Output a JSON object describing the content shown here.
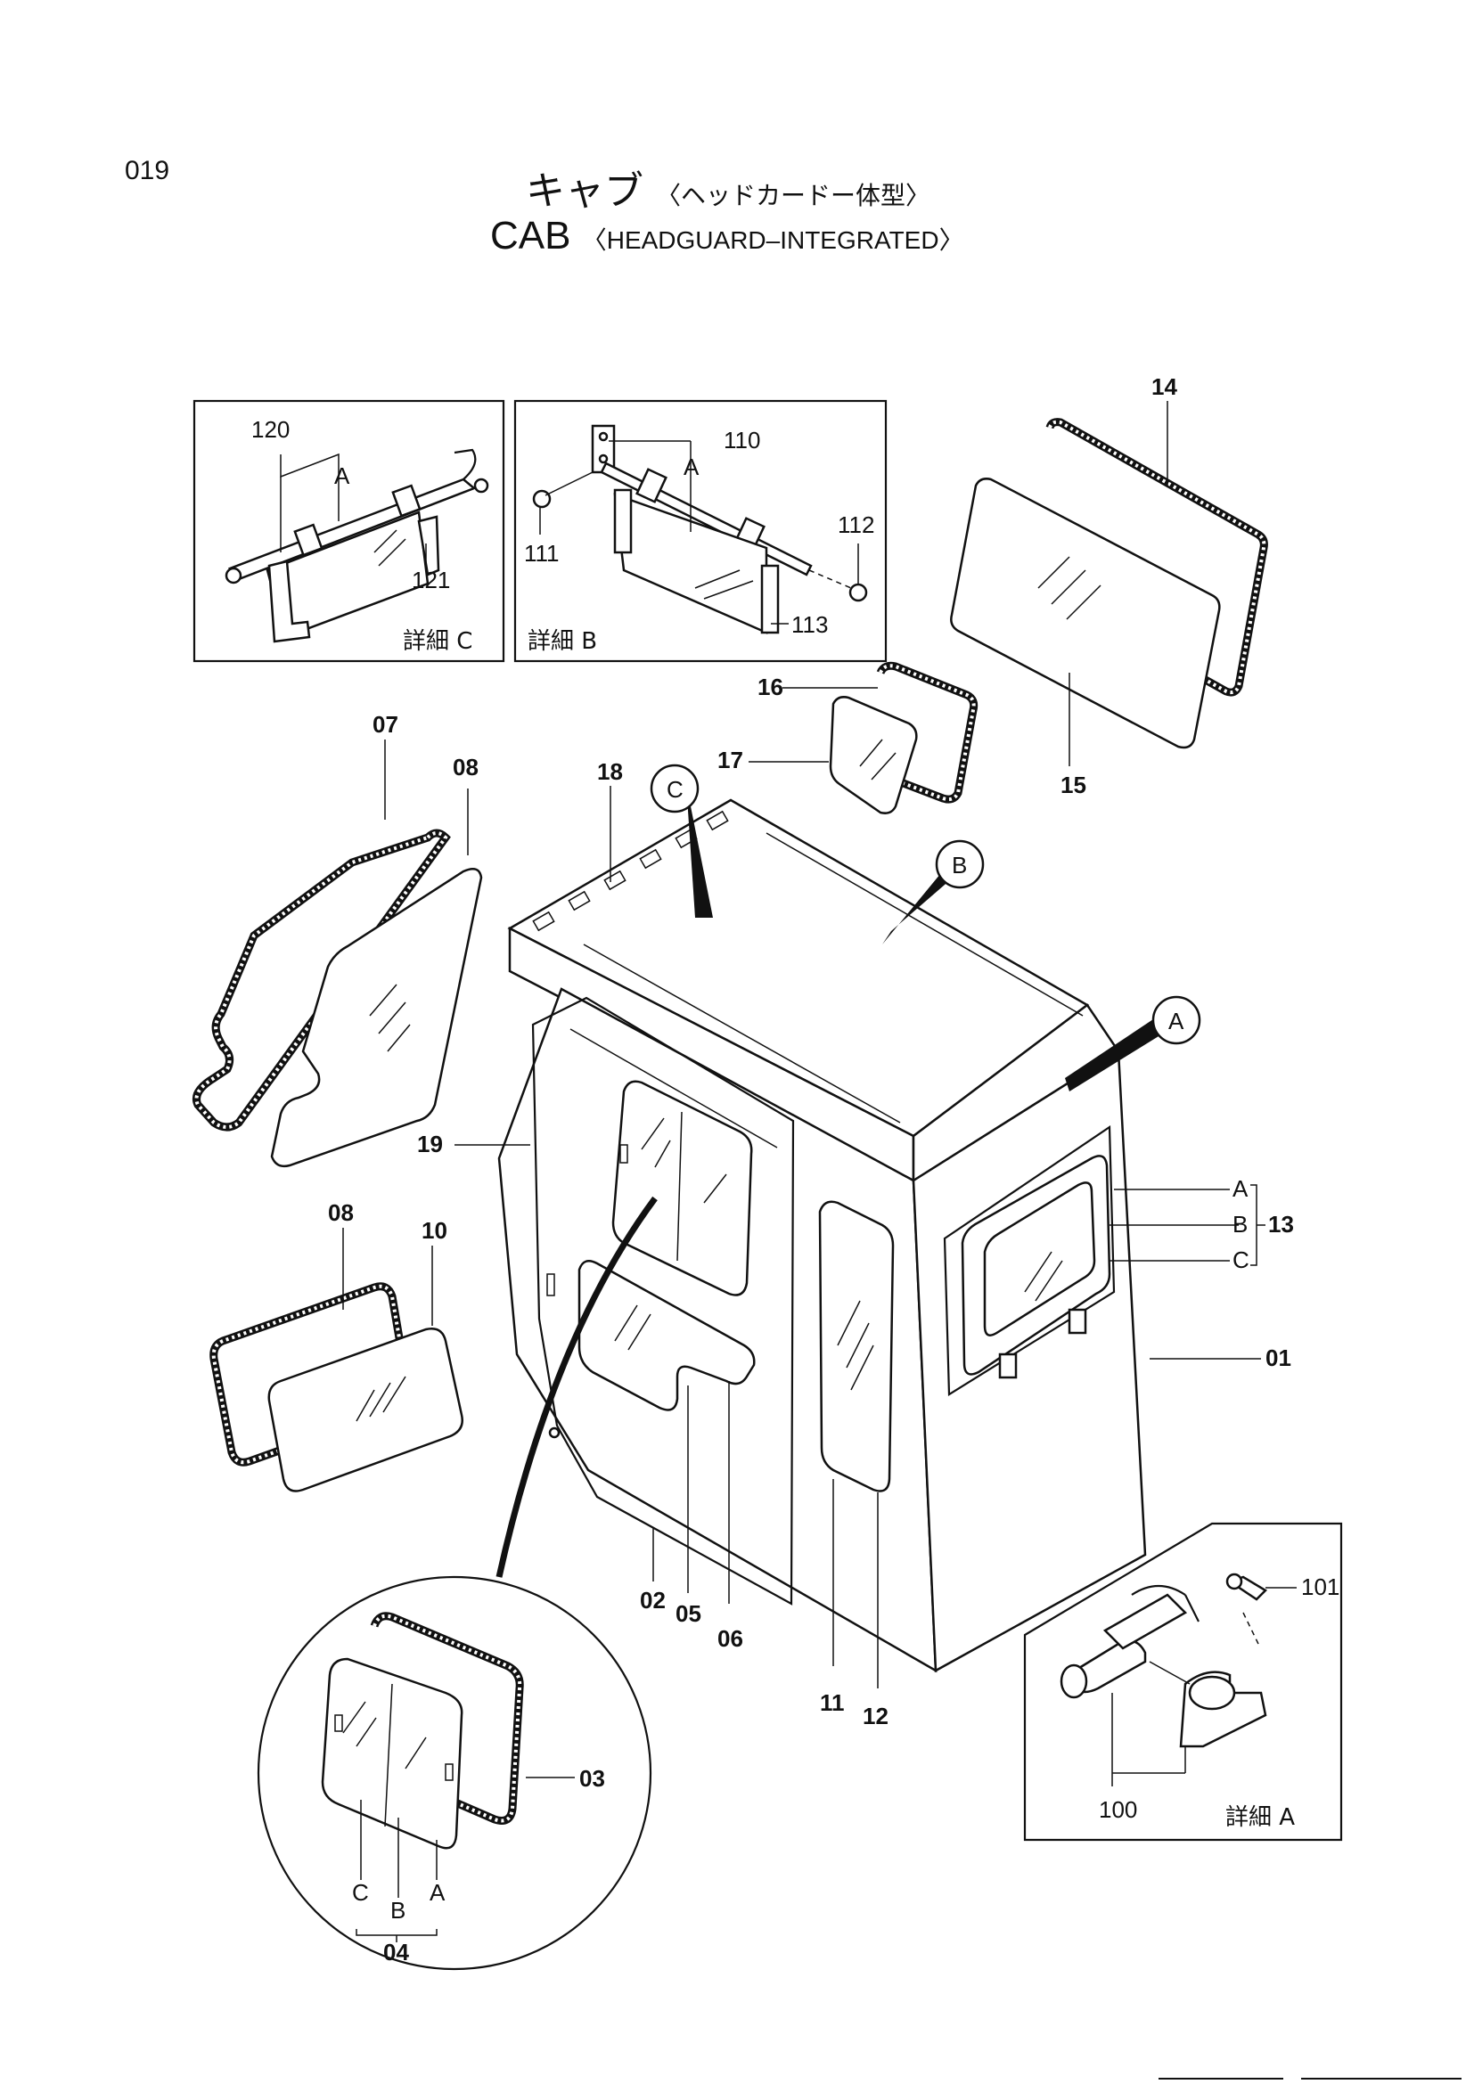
{
  "page_number": "019",
  "title": {
    "jp_main": "キャブ",
    "jp_sub": "〈ヘッドカードー体型〉",
    "en_main": "CAB",
    "en_sub": "〈HEADGUARD–INTEGRATED〉"
  },
  "detail_labels": {
    "detail_c": "詳細 C",
    "detail_b": "詳細 B",
    "detail_a": "詳細 A"
  },
  "callouts": {
    "c": "C",
    "b": "B",
    "a": "A"
  },
  "parts": {
    "p01": "01",
    "p02": "02",
    "p03": "03",
    "p04": "04",
    "p05": "05",
    "p06": "06",
    "p07": "07",
    "p08a": "08",
    "p08b": "08",
    "p10": "10",
    "p11": "11",
    "p12": "12",
    "p13": "13",
    "p14": "14",
    "p15": "15",
    "p16": "16",
    "p17": "17",
    "p18": "18",
    "p19": "19",
    "p100": "100",
    "p101": "101",
    "p110": "110",
    "p111": "111",
    "p112": "112",
    "p113": "113",
    "p120": "120",
    "p121": "121"
  },
  "sub_letters": {
    "c_a": "A",
    "b_a": "A",
    "s13_a": "A",
    "s13_b": "B",
    "s13_c": "C",
    "s04_c": "C",
    "s04_b": "B",
    "s04_a": "A"
  }
}
